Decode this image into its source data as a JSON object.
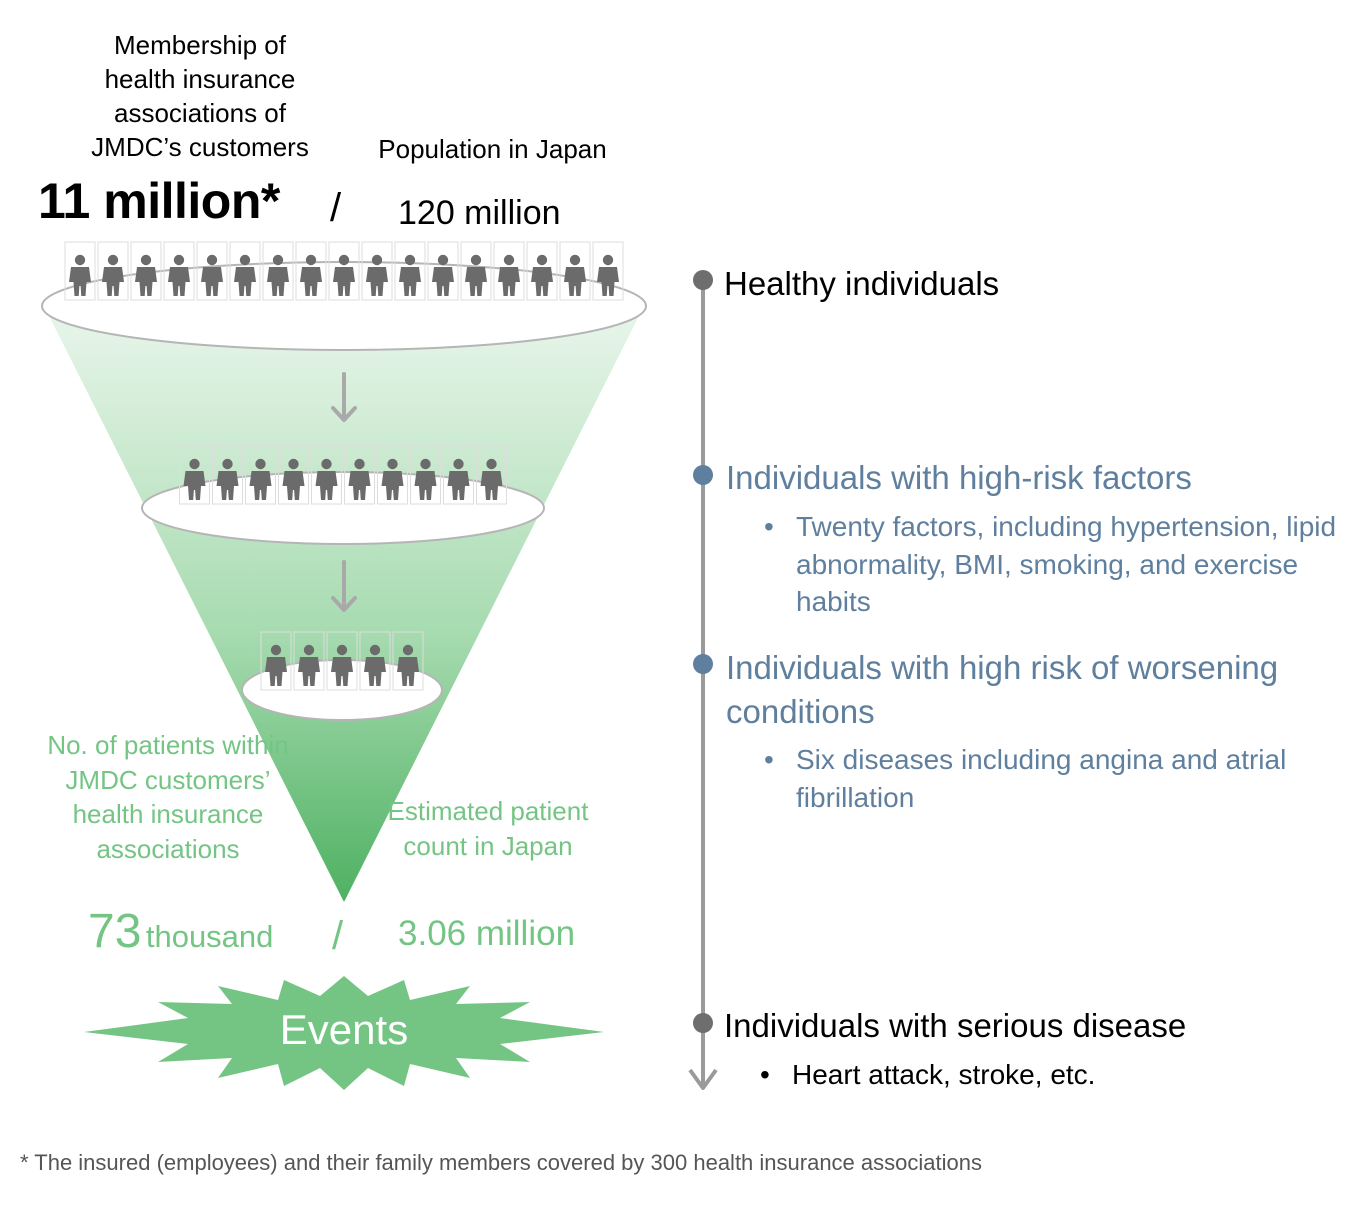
{
  "header": {
    "membership_label_lines": [
      "Membership of",
      "health insurance",
      "associations of",
      "JMDC’s customers"
    ],
    "membership_count": "11 million*",
    "divider": "/",
    "population_label": "Population in Japan",
    "population_count": "120 million"
  },
  "funnel": {
    "patients_label": "No. of patients within JMDC customers’ health insurance associations",
    "patients_count_number": "73",
    "patients_count_unit": "thousand",
    "divider": "/",
    "estimated_label": "Estimated patient count in Japan",
    "estimated_count": "3.06 million",
    "events_label": "Events"
  },
  "stages": [
    {
      "title": "Healthy individuals",
      "bullets": []
    },
    {
      "title": "Individuals with high-risk factors",
      "bullets": [
        "Twenty factors, including hypertension, lipid abnormality, BMI, smoking, and exercise habits"
      ]
    },
    {
      "title": "Individuals with high risk of worsening conditions",
      "bullets": [
        "Six diseases including angina and atrial fibrillation"
      ]
    },
    {
      "title": "Individuals with serious disease",
      "bullets": [
        "Heart attack, stroke, etc."
      ]
    }
  ],
  "bullet_symbol": "•",
  "footnote": "* The insured (employees) and their family members covered by 300 health insurance associations",
  "people_counts": [
    17,
    10,
    5
  ],
  "colors": {
    "green": "#74c584",
    "funnel_light": "#eaf6ec",
    "funnel_dark": "#4eb162",
    "stage_blue": "#5f7f9e",
    "timeline": "#9a9a9a",
    "person": "#6b6b6b",
    "arrow": "#a9a9a9"
  },
  "icons": {
    "person": "person-icon",
    "arrow": "arrow-down-icon",
    "events": "starburst-icon"
  }
}
